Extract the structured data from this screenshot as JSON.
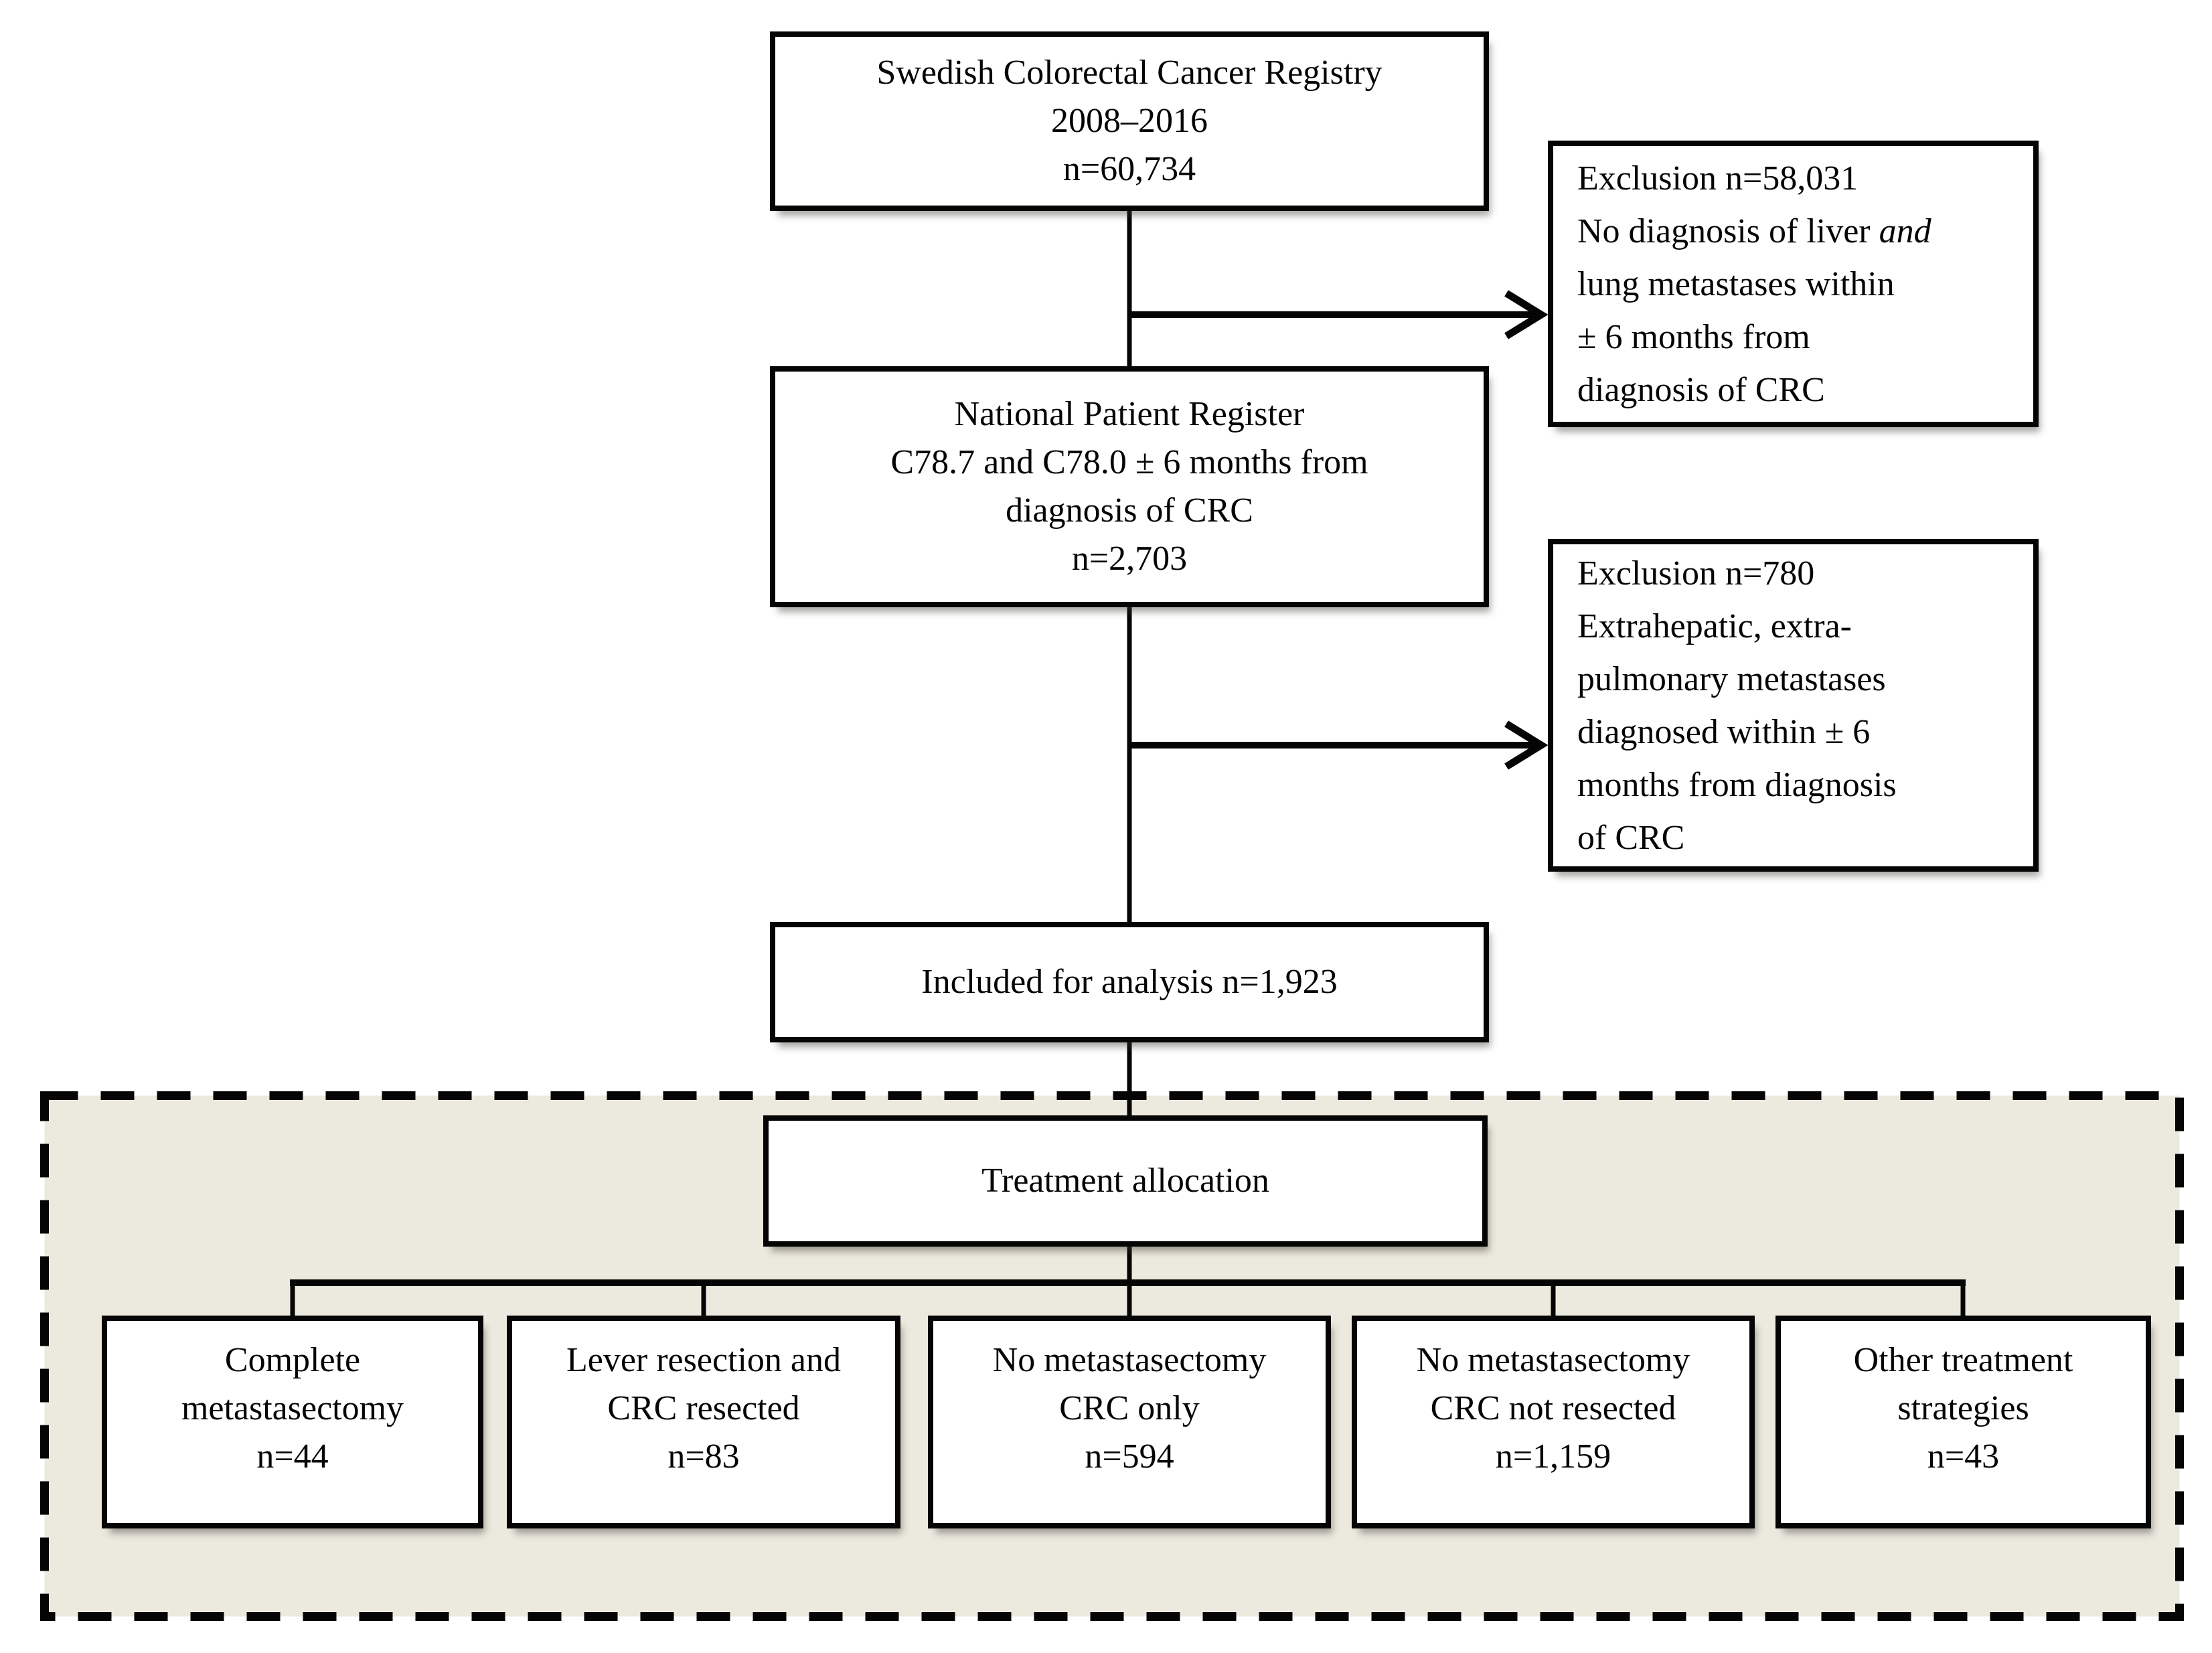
{
  "figure": {
    "type": "flowchart",
    "background_color": "#FFFFFF",
    "ink_color": "#050505",
    "shaded_region_fill": "#ECE9DF",
    "shaded_region_border_style": "dashed"
  },
  "boxes": {
    "registry": {
      "lines": [
        "Swedish Colorectal Cancer Registry",
        "2008–2016",
        "n=60,734"
      ]
    },
    "exclusion1": {
      "line1": "Exclusion n=58,031",
      "line2_prefix": "No diagnosis of liver ",
      "line2_italic": "and",
      "line3": "lung metastases within",
      "line4": "± 6 months from",
      "line5": "diagnosis of CRC"
    },
    "npr": {
      "lines": [
        "National Patient Register",
        "C78.7 and C78.0 ± 6 months from",
        "diagnosis of CRC",
        "n=2,703"
      ]
    },
    "exclusion2": {
      "lines": [
        "Exclusion n=780",
        "Extrahepatic, extra-",
        "pulmonary metastases",
        "diagnosed within ± 6",
        "months from diagnosis",
        "of CRC"
      ]
    },
    "included": {
      "lines": [
        "Included for analysis n=1,923"
      ]
    },
    "treatment": {
      "lines": [
        "Treatment allocation"
      ]
    },
    "arm1": {
      "lines": [
        "Complete",
        "metastasectomy",
        "n=44"
      ]
    },
    "arm2": {
      "lines": [
        "Lever resection and",
        "CRC resected",
        "n=83"
      ]
    },
    "arm3": {
      "lines": [
        "No metastasectomy",
        "CRC only",
        "n=594"
      ]
    },
    "arm4": {
      "lines": [
        "No metastasectomy",
        "CRC not resected",
        "n=1,159"
      ]
    },
    "arm5": {
      "lines": [
        "Other treatment",
        "strategies",
        "n=43"
      ]
    }
  }
}
